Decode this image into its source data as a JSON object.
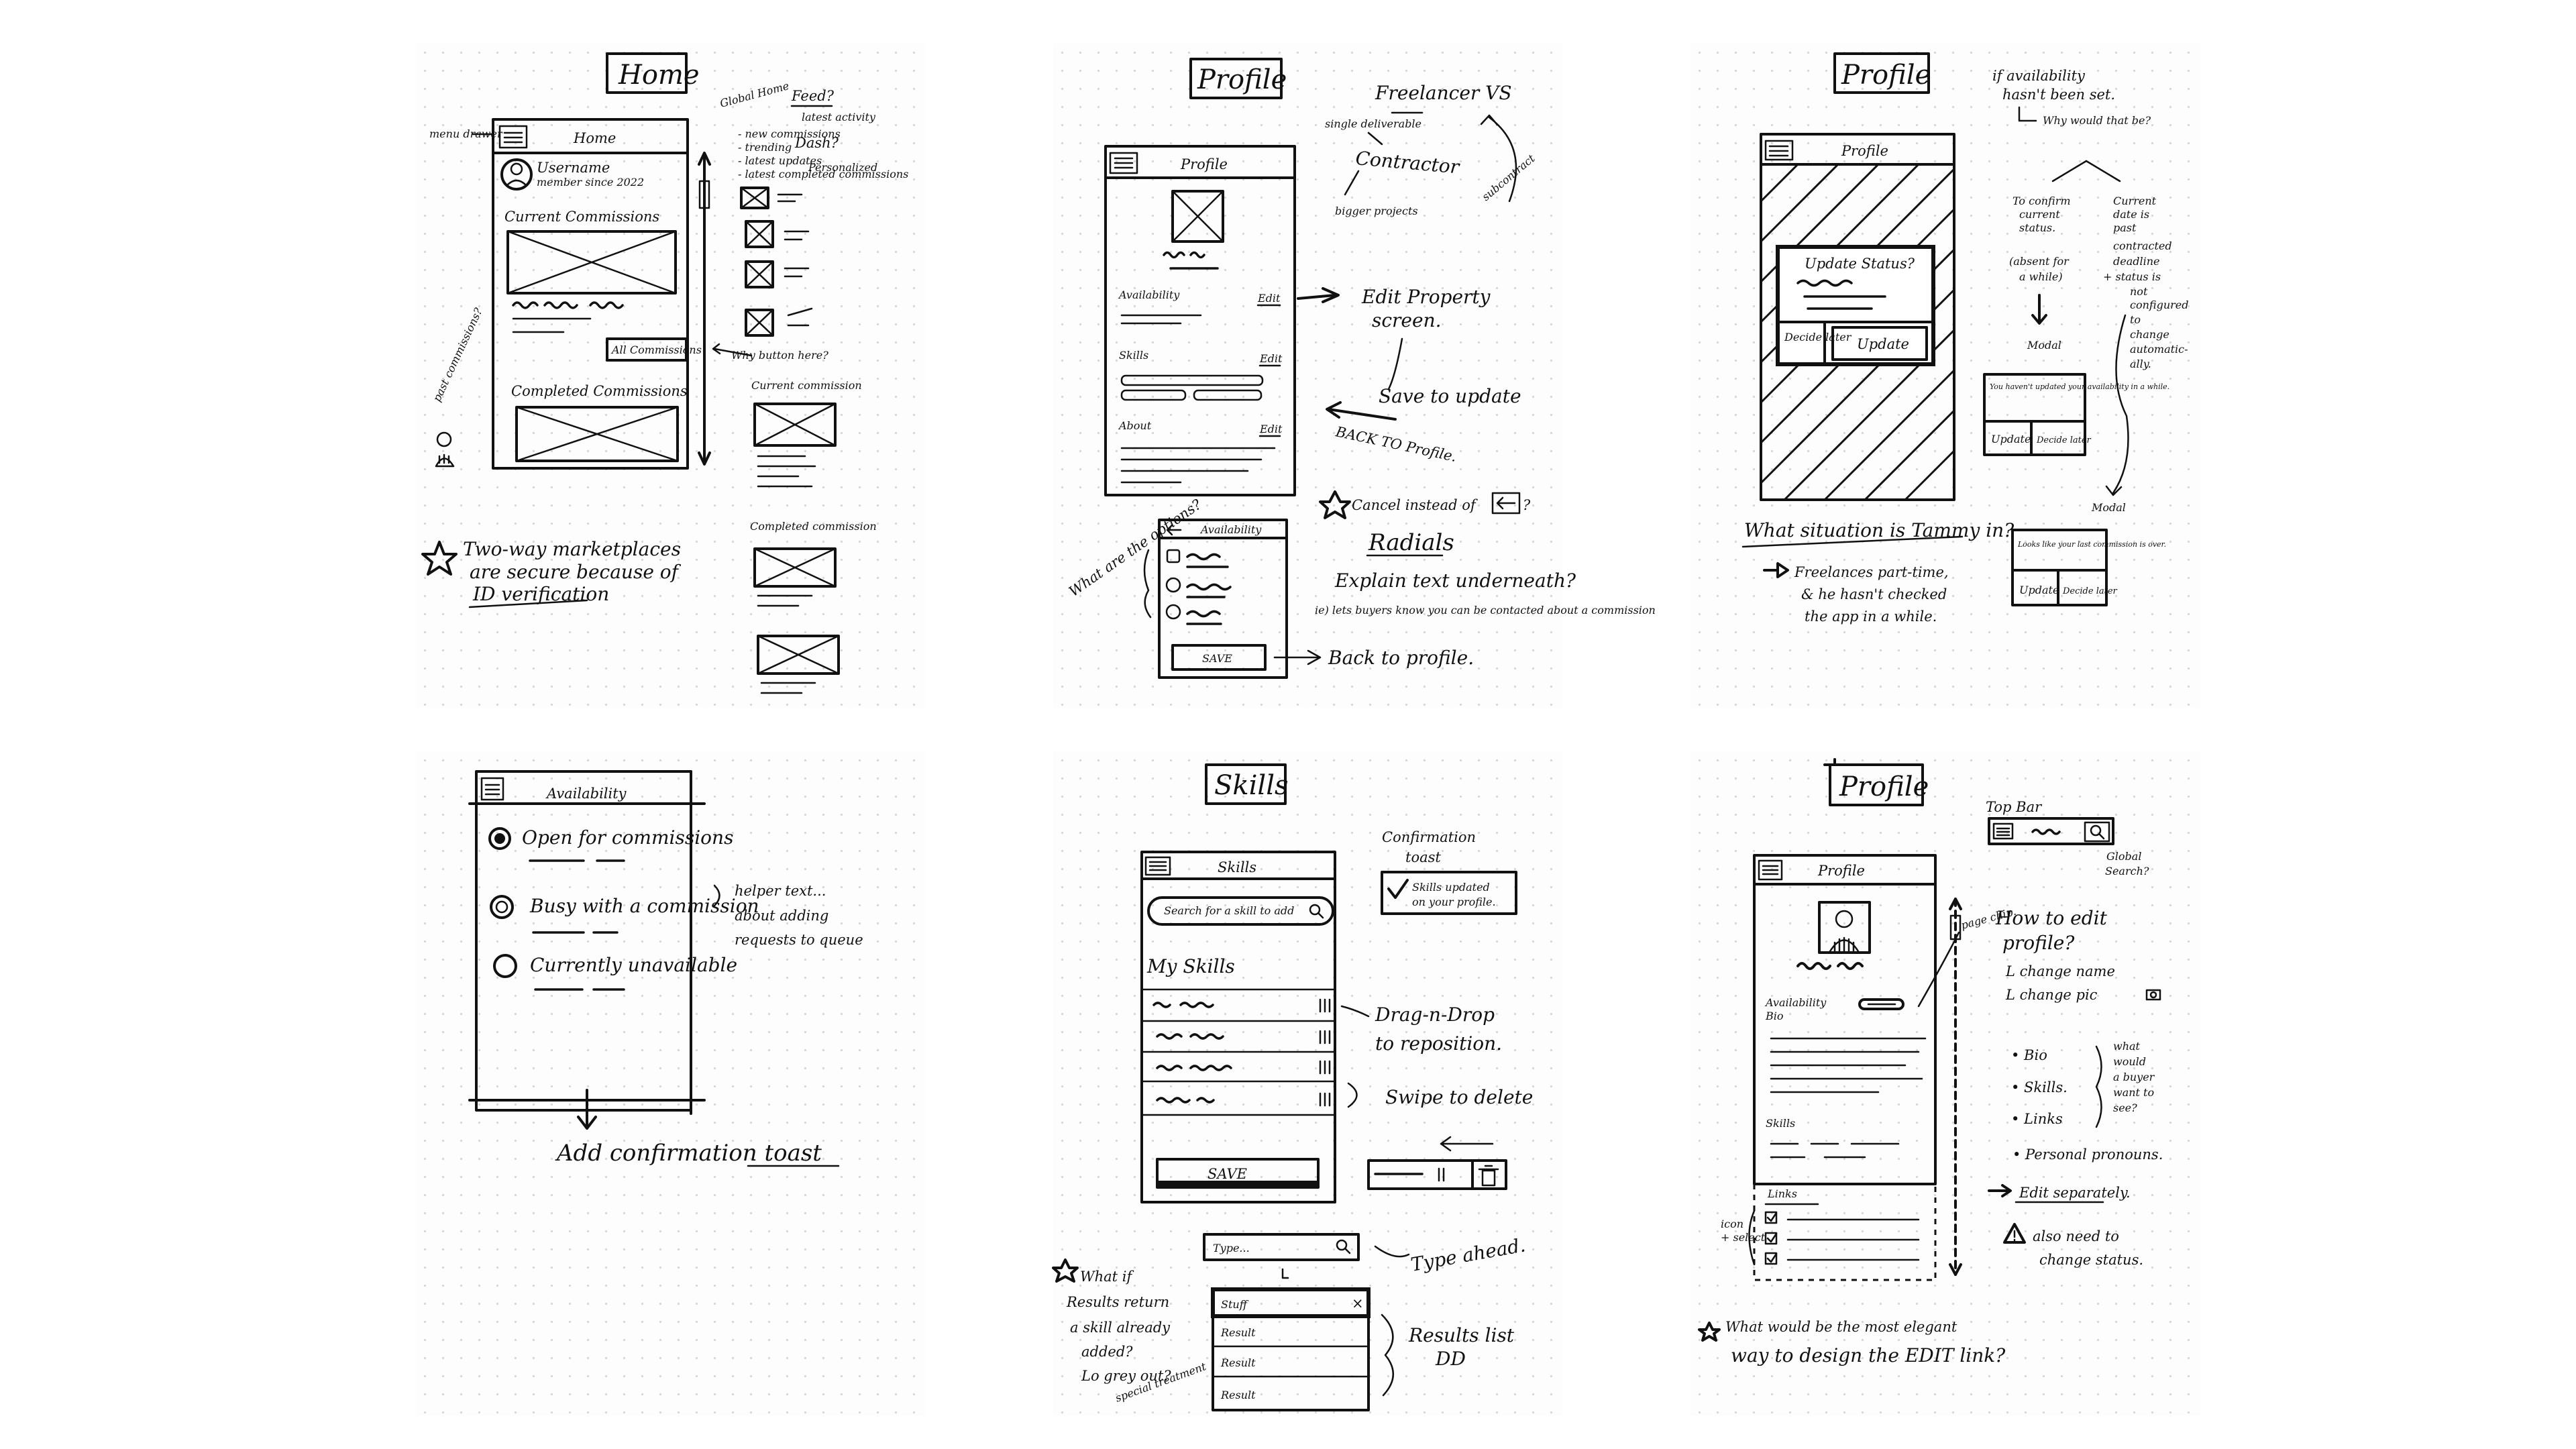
{
  "sketch1": {
    "title": "Home",
    "screen_title": "Home",
    "menu_drawer_note": "menu drawer",
    "username": "Username",
    "member_since": "member since 2022",
    "current_commissions": "Current Commissions",
    "all_commissions_button": "All Commissions",
    "completed_commissions": "Completed Commissions",
    "past_commissions_note": "past commissions?",
    "feed_heading": "Feed?",
    "latest_activity": "latest activity",
    "global_home": "Global Home",
    "home_options": [
      "- new commissions",
      "- trending",
      "- latest updates",
      "- latest completed commissions"
    ],
    "dash_heading": "Dash?",
    "personalized": "Personalized",
    "why_button_here": "Why button here?",
    "current_commission_label": "Current commission",
    "completed_commission_label": "Completed commission",
    "star_note_lines": [
      "Two-way marketplaces",
      "are secure because of",
      "ID verification"
    ]
  },
  "sketch2": {
    "title": "Profile",
    "screen_title": "Profile",
    "freelancer_vs": "Freelancer VS",
    "contractor": "Contractor",
    "single_deliverable": "single deliverable",
    "bigger_projects": "bigger projects",
    "subcontract": "subcontract",
    "availability_label": "Availability",
    "skills_label": "Skills",
    "about_label": "About",
    "edit_label": "Edit",
    "edit_property_screen": [
      "Edit Property",
      "screen."
    ],
    "save_to_update": "Save to update",
    "back_to_profile": "BACK TO Profile.",
    "cancel_instead_of": "Cancel instead of",
    "radials": "Radials",
    "explain_text": "Explain text underneath?",
    "ie_text": "ie) lets buyers know you can be contacted about a commission",
    "what_are_options": "What are the options?",
    "modal_title": "Availability",
    "save_button": "SAVE",
    "back_to_profile_2": "Back to profile."
  },
  "sketch3": {
    "title": "Profile",
    "screen_title": "Profile",
    "update_status_title": "Update Status?",
    "decide_later": "Decide later",
    "update_button": "Update",
    "if_availability": "if availability",
    "hasnt_been_set": "hasn't been set.",
    "why_would_that_be": "Why would that be?",
    "to_confirm_lines": [
      "To confirm",
      "current",
      "status.",
      "(absent for",
      "a while)"
    ],
    "current_date_lines": [
      "Current",
      "date is",
      "past",
      "contracted",
      "deadline",
      "+ status is",
      "not",
      "configured",
      "to",
      "change",
      "automatic-",
      "ally."
    ],
    "modal_label": "Modal",
    "small_modal_text": "You haven't updated your availability in a while.",
    "update_small": "Update",
    "decide_later_small": "Decide later",
    "modal_label_2": "Modal",
    "looks_like_text": "Looks like your last commission is over.",
    "what_situation": "What situation is Tammy in?",
    "freelances_lines": [
      "Freelances part-time,",
      "& he hasn't checked",
      "the app in a while."
    ]
  },
  "sketch4": {
    "screen_title": "Availability",
    "options": [
      "Open for commissions",
      "Busy with a commission",
      "Currently unavailable"
    ],
    "helper_text_lines": [
      "helper text...",
      "about adding",
      "requests to queue"
    ],
    "add_confirmation": "Add confirmation toast"
  },
  "sketch5": {
    "title": "Skills",
    "screen_title": "Skills",
    "search_placeholder": "Search for a skill to add",
    "my_skills": "My Skills",
    "save_button": "SAVE",
    "confirmation_toast": [
      "Confirmation",
      "toast"
    ],
    "toast_text": [
      "Skills updated",
      "on your profile."
    ],
    "drag_drop": [
      "Drag-n-Drop",
      "to reposition."
    ],
    "swipe_delete": "Swipe to delete",
    "type_field": "Type...",
    "results": [
      "Stuff",
      "Result",
      "Result",
      "Result"
    ],
    "type_ahead": "Type ahead.",
    "results_list": [
      "Results list",
      "DD"
    ],
    "what_if_lines": [
      "What if",
      "Results return",
      "a skill already",
      "added?",
      "Lo grey out?",
      "special treatment"
    ]
  },
  "sketch6": {
    "title": "Profile",
    "screen_title": "Profile",
    "top_bar": "Top Bar",
    "global_search": [
      "Global",
      "Search?"
    ],
    "page_chip": "page chip.",
    "how_to_edit": [
      "How to edit",
      "profile?"
    ],
    "change_name": "L change name",
    "change_pic": "L change pic",
    "availability_label": "Availability",
    "bio_label": "Bio",
    "skills_label": "Skills",
    "links_label": "Links",
    "icon_select": [
      "icon",
      "+ select"
    ],
    "bullets": [
      "• Bio",
      "• Skills.",
      "• Links"
    ],
    "what_would_buyer": [
      "what",
      "would",
      "a buyer",
      "want to",
      "see?"
    ],
    "personal_pronouns": "• Personal pronouns.",
    "edit_separately": "Edit separately.",
    "also_need": [
      "also need to",
      "change status."
    ],
    "star_question_lines": [
      "What would be the most elegant",
      "way to design the EDIT link?"
    ]
  },
  "icons": [
    "menu-icon",
    "avatar-icon",
    "placeholder-image-icon",
    "radio-icon",
    "checkbox-icon",
    "search-icon",
    "drag-handle-icon",
    "trash-icon",
    "warning-icon",
    "star-icon",
    "chevron-down-icon"
  ]
}
